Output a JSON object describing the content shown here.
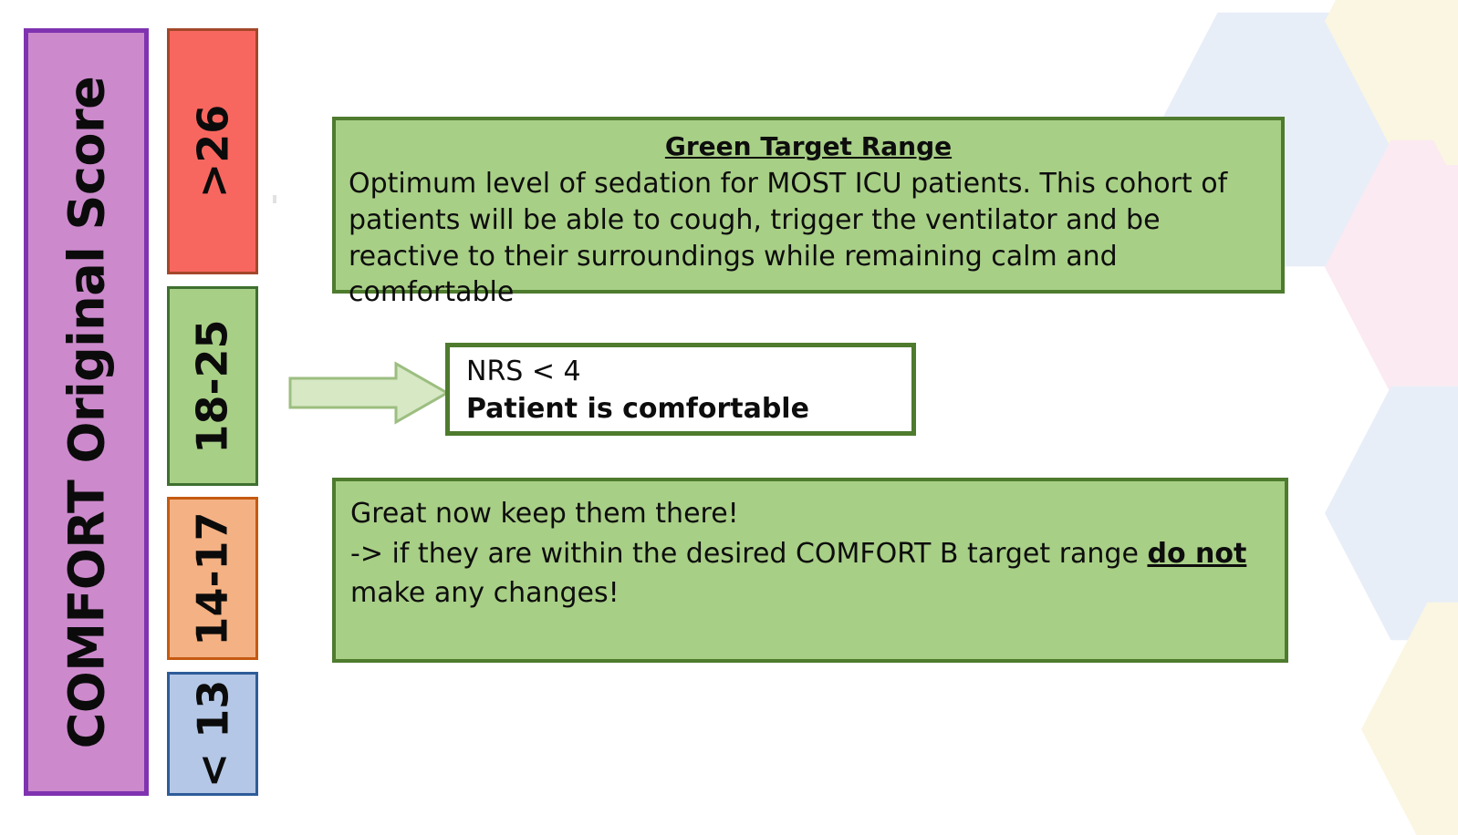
{
  "title_bar": {
    "label": "COMFORT Original Score"
  },
  "score_scale": {
    "items": [
      {
        "label": ">26",
        "fill": "#F8675F",
        "border": "#A3472A",
        "name": "score-chip-over-26"
      },
      {
        "label": "18-25",
        "fill": "#A8CF86",
        "border": "#3E7030",
        "name": "score-chip-18-25"
      },
      {
        "label": "14-17",
        "fill": "#F4B183",
        "border": "#C55A11",
        "name": "score-chip-14-17"
      },
      {
        "label": "< 13",
        "fill": "#B4C7E7",
        "border": "#2E5C99",
        "name": "score-chip-under-13"
      }
    ]
  },
  "target_panel": {
    "heading": "Green Target Range",
    "body": "Optimum level of sedation for MOST ICU patients. This cohort of patients will be able to cough, trigger the ventilator and be reactive to their surroundings while remaining calm and comfortable"
  },
  "nrs_box": {
    "line1": "NRS < 4",
    "line2": "Patient is comfortable"
  },
  "keep_panel": {
    "line1": "Great now keep them there!",
    "line2_pre": "-> if they are within the desired COMFORT B target range ",
    "line2_emphasis": "do not",
    "line3": "make any changes!"
  },
  "arrow": {
    "name": "right-arrow-icon",
    "fill": "#D6E8C4",
    "border": "#9CBE80"
  },
  "colors": {
    "panel_green_fill": "#A8CF86",
    "panel_green_border": "#4E7B2E",
    "title_fill": "#CC8ACC",
    "title_border": "#8033B0",
    "hex_blue": "#E8EEF7",
    "hex_cream": "#FAF6E1",
    "hex_pink": "#FBEAF1"
  }
}
